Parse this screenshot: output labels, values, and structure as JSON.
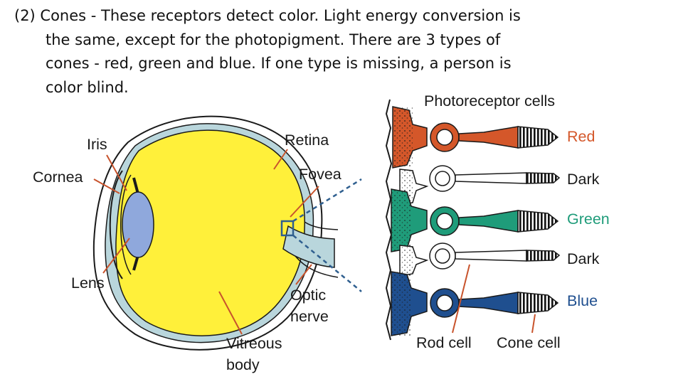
{
  "slide": {
    "text_lines": [
      "(2) Cones - These receptors detect color. Light energy conversion is",
      "the same, except for the photopigment. There are 3 types of",
      "cones - red, green and blue. If one type is missing, a person is",
      "color blind."
    ]
  },
  "eye_labels": {
    "iris": "Iris",
    "cornea": "Cornea",
    "lens": "Lens",
    "retina": "Retina",
    "fovea": "Fovea",
    "optic_nerve_1": "Optic",
    "optic_nerve_2": "nerve",
    "vitreous_1": "Vitreous",
    "vitreous_2": "body"
  },
  "photoreceptors": {
    "title": "Photoreceptor cells",
    "rows": [
      {
        "label": "Red",
        "color": "#d4572a"
      },
      {
        "label": "Dark",
        "color": "#1a1a1a"
      },
      {
        "label": "Green",
        "color": "#1f9c7a"
      },
      {
        "label": "Dark",
        "color": "#1a1a1a"
      },
      {
        "label": "Blue",
        "color": "#1f4f8f"
      }
    ],
    "rod_cell": "Rod cell",
    "cone_cell": "Cone cell"
  },
  "colors": {
    "vitreous": "#fff03a",
    "lens": "#8fa8dc",
    "retina_band": "#b9d6dc",
    "red": "#d4572a",
    "green": "#1f9c7a",
    "blue": "#1f4f8f",
    "dash": "#2f5f8f"
  }
}
